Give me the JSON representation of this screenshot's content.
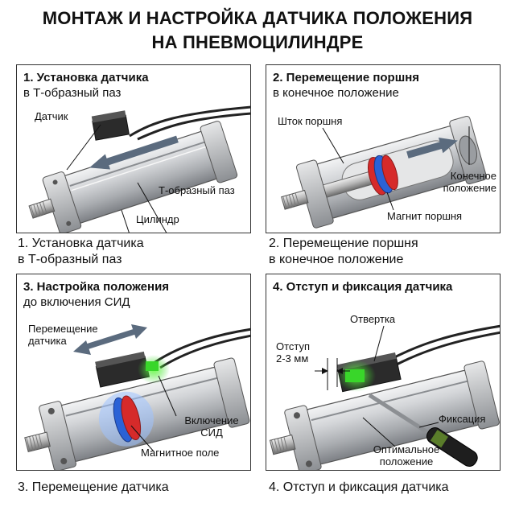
{
  "title": {
    "line1": "МОНТАЖ И НАСТРОЙКА ДАТЧИКА ПОЛОЖЕНИЯ",
    "line2": "НА ПНЕВМОЦИЛИНДРЕ"
  },
  "panels": [
    {
      "title": "1. Установка датчика",
      "subtitle": "в Т-образный паз",
      "labels": {
        "sensor": "Датчик",
        "slot": "Т-образный паз",
        "cylinder": "Цилиндр"
      },
      "caption_line1": "1. Установка датчика",
      "caption_line2": "в Т-образный паз"
    },
    {
      "title": "2. Перемещение поршня",
      "subtitle": "в конечное положение",
      "labels": {
        "rod": "Шток поршня",
        "end_line1": "Конечное",
        "end_line2": "положение",
        "magnet": "Магнит поршня"
      },
      "caption_line1": "2. Перемещение поршня",
      "caption_line2": "в конечное положение"
    },
    {
      "title": "3. Настройка положения",
      "subtitle": "до включения СИД",
      "labels": {
        "move_line1": "Перемещение",
        "move_line2": "датчика",
        "led_line1": "Включение",
        "led_line2": "СИД",
        "field": "Магнитное поле"
      },
      "caption": "3. Перемещение датчика"
    },
    {
      "title": "4. Отступ и фиксация датчика",
      "labels": {
        "screwdriver": "Отвертка",
        "offset_line1": "Отступ",
        "offset_line2": "2-3 мм",
        "fix": "Фиксация",
        "opt_line1": "Оптимальное",
        "opt_line2": "положение"
      },
      "caption": "4. Отступ и фиксация датчика"
    }
  ],
  "colors": {
    "led_green": "#39d62a",
    "magnet_red": "#d62a2a",
    "magnet_blue": "#2a62d6",
    "cylinder_gray": "#c7c9cc"
  }
}
